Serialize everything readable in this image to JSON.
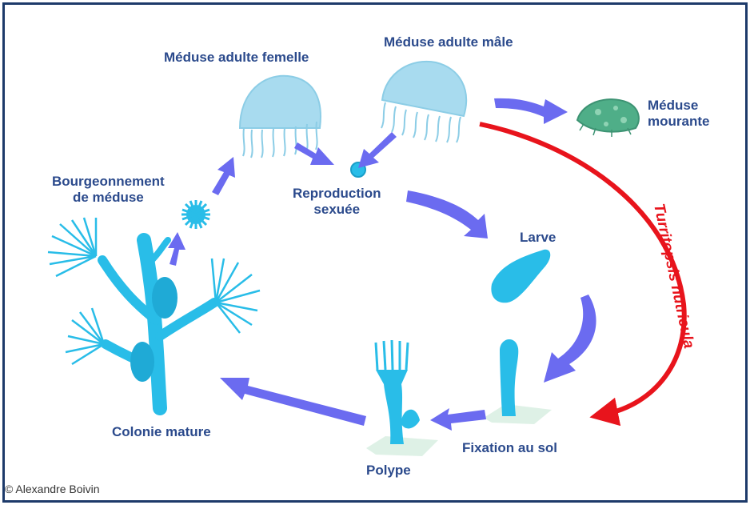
{
  "labels": {
    "female": "Méduse adulte femelle",
    "male": "Méduse adulte mâle",
    "dying_line1": "Méduse",
    "dying_line2": "mourante",
    "budding_line1": "Bourgeonnement",
    "budding_line2": "de méduse",
    "reproduction_line1": "Reproduction",
    "reproduction_line2": "sexuée",
    "larva": "Larve",
    "fixation": "Fixation au sol",
    "polyp": "Polype",
    "colony": "Colonie mature",
    "turritopsis": "Turritopsis nutricula"
  },
  "credit": "© Alexandre Boivin",
  "colors": {
    "frame": "#1d3a6a",
    "label": "#2b4a8c",
    "arrow": "#6b6bf0",
    "red_arrow": "#e8141c",
    "organism": "#29bde8",
    "medusa": "#a8dbef",
    "dying": "#4fae88"
  }
}
